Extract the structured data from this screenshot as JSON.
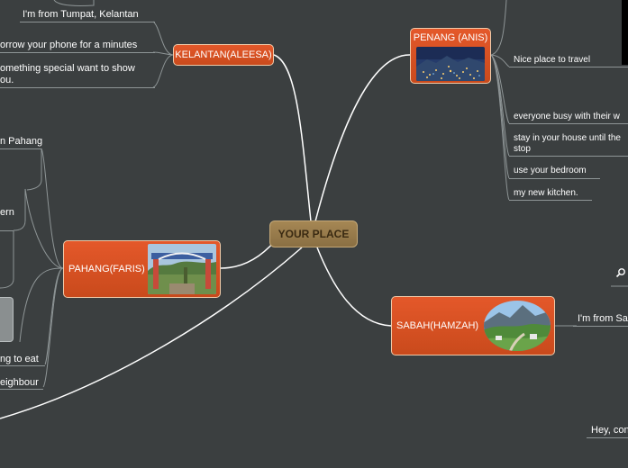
{
  "central": {
    "label": "YOUR PLACE"
  },
  "kelantan": {
    "title": "KELANTAN(ALEESA)",
    "leaves": [
      "I'm from Tumpat, Kelantan",
      "orrow your phone for a minutes",
      "omething special want to show",
      "ou."
    ]
  },
  "penang": {
    "title": "PENANG (ANIS)",
    "leaves": [
      "Nice place to travel",
      "everyone busy with their w",
      "stay in your house until the",
      "stop",
      "use your bedroom",
      "my new kitchen."
    ]
  },
  "pahang": {
    "title": "PAHANG(FARIS)",
    "leaves": [
      "n Pahang",
      "ern",
      "ng to eat",
      "eighbour"
    ]
  },
  "sabah": {
    "title": "SABAH(HAMZAH)",
    "leaves": [
      "I'm from Sa",
      "Hey, con"
    ]
  },
  "colors": {
    "background": "#3b3f40",
    "node": "#d9522a",
    "central": "#9b7c4a",
    "link": "#ffffff",
    "underline": "#8e9596"
  },
  "icons": [
    "magnifier-icon"
  ]
}
